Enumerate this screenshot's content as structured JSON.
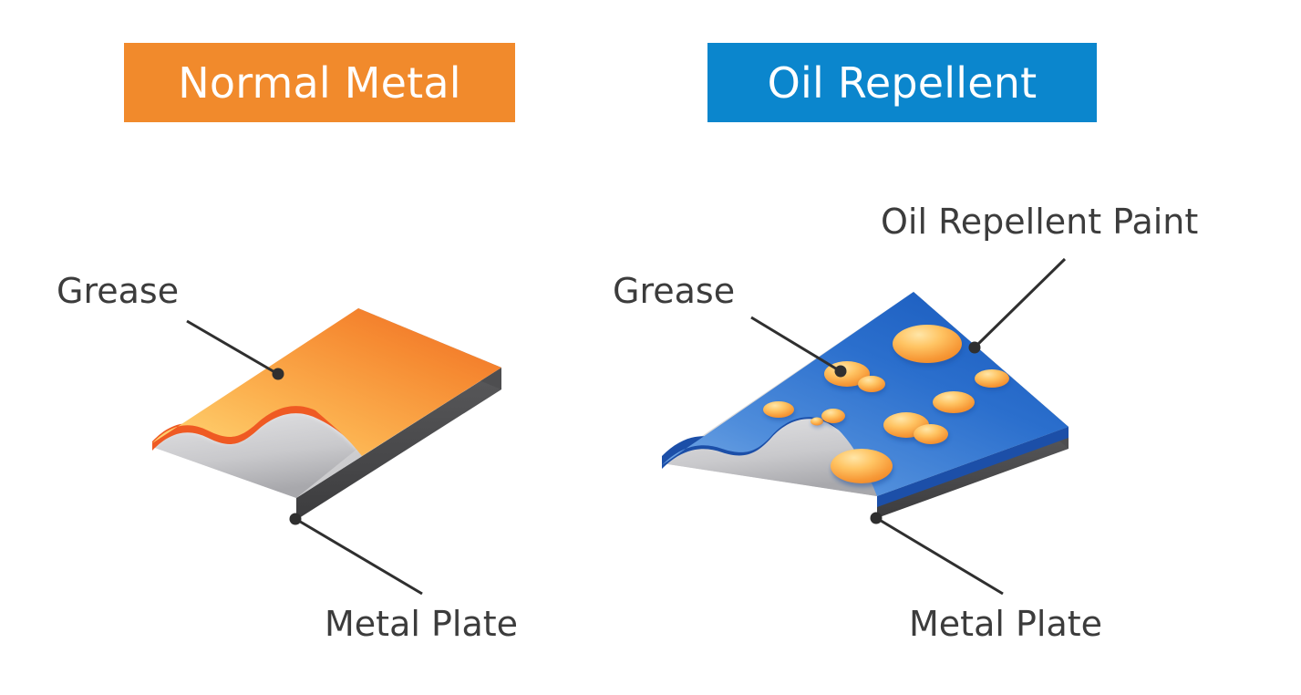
{
  "banners": [
    {
      "id": "normal-metal",
      "label": "Normal Metal",
      "color": "#f18a2c"
    },
    {
      "id": "oil-repellent",
      "label": "Oil Repellent",
      "color": "#0b86cd"
    }
  ],
  "panels": {
    "left": {
      "title": "Normal Metal",
      "labels": {
        "grease": "Grease",
        "metal_plate": "Metal Plate"
      },
      "colors": {
        "grease_top_light": "#ffd06a",
        "grease_top_dark": "#f26a21",
        "grease_edge": "#f05a22",
        "metal_top": "#d9d9d9",
        "metal_side": "#4a4a4a"
      },
      "description": "Grease spreads as a continuous film wetting the bare metal plate"
    },
    "right": {
      "title": "Oil Repellent",
      "labels": {
        "grease": "Grease",
        "paint": "Oil Repellent Paint",
        "metal_plate": "Metal Plate"
      },
      "colors": {
        "paint_top_light": "#6f9fe0",
        "paint_top_dark": "#1f62c4",
        "paint_edge": "#1a3f9e",
        "droplet_light": "#ffd98a",
        "droplet_dark": "#f59432",
        "metal_top": "#d9d9d9",
        "metal_side": "#4a4a4a"
      },
      "droplet_count": 10,
      "description": "Grease beads into discrete droplets on the oil repellent painted plate"
    }
  },
  "chart_data": {
    "type": "diagram",
    "title": "Oil repellent coating comparison",
    "panels": [
      {
        "name": "Normal Metal",
        "accent": "#f18a2c",
        "layers": [
          "Metal Plate",
          "Grease"
        ],
        "grease_state": "continuous film",
        "annotations": [
          "Grease",
          "Metal Plate"
        ]
      },
      {
        "name": "Oil Repellent",
        "accent": "#0b86cd",
        "layers": [
          "Metal Plate",
          "Oil Repellent Paint",
          "Grease"
        ],
        "grease_state": "beaded droplets",
        "annotations": [
          "Grease",
          "Oil Repellent Paint",
          "Metal Plate"
        ]
      }
    ]
  }
}
